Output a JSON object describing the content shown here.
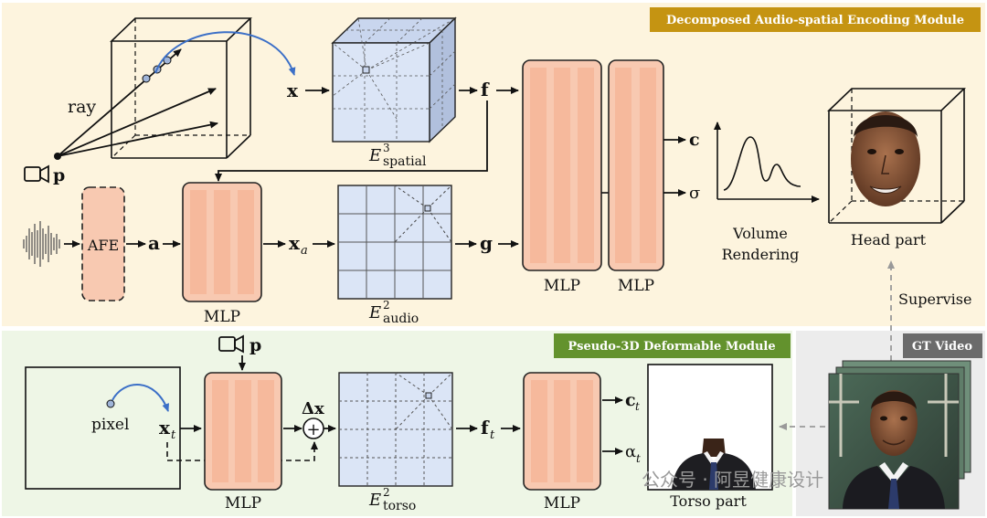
{
  "modules": {
    "top_title": "Decomposed Audio-spatial Encoding Module",
    "bottom_title": "Pseudo-3D Deformable Module",
    "gt_title": "GT Video"
  },
  "labels": {
    "ray": "ray",
    "p": "p",
    "x": "x",
    "f": "f",
    "a": "a",
    "g": "g",
    "afe": "AFE",
    "xa": "x",
    "xa_sub": "a",
    "c": "c",
    "sigma": "σ",
    "mlp": "MLP",
    "e_spatial": "E",
    "e_spatial_sup": "3",
    "e_spatial_sub": "spatial",
    "e_audio": "E",
    "e_audio_sup": "2",
    "e_audio_sub": "audio",
    "e_torso": "E",
    "e_torso_sup": "2",
    "e_torso_sub": "torso",
    "volume_rendering_1": "Volume",
    "volume_rendering_2": "Rendering",
    "head_part": "Head part",
    "supervise": "Supervise",
    "pixel": "pixel",
    "xt": "x",
    "xt_sub": "t",
    "delta_x": "Δx",
    "plus": "+",
    "ft": "f",
    "ft_sub": "t",
    "ct": "c",
    "ct_sub": "t",
    "alpha_t": "α",
    "alpha_t_sub": "t",
    "torso_part": "Torso part"
  },
  "watermark": "公众号 · 阿昱健康设计",
  "colors": {
    "top_bg": "#fdf4de",
    "bottom_bg": "#eef6e6",
    "gt_bg": "#ececec",
    "mlp_fill": "#f8c9b1",
    "mlp_stroke": "#222222",
    "grid_fill": "#dbe5f6",
    "top_badge": "#c59412",
    "bottom_badge": "#63922d",
    "gt_badge": "#6b6b6b",
    "curve_arrow": "#3b6fc7"
  }
}
